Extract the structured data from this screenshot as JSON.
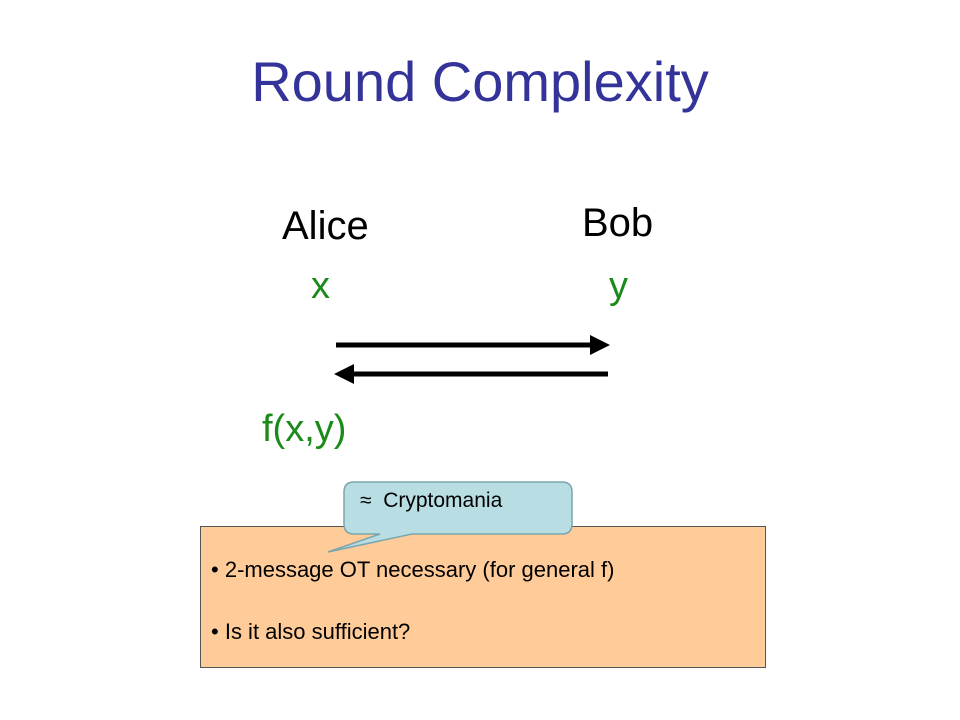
{
  "title": "Round Complexity",
  "parties": {
    "alice": {
      "name": "Alice",
      "input": "x"
    },
    "bob": {
      "name": "Bob",
      "input": "y"
    }
  },
  "output": "f(x,y)",
  "callout": {
    "symbol": "≈",
    "text": "Cryptomania"
  },
  "notes": [
    "2-message OT necessary (for general f)",
    "Is it also sufficient?"
  ],
  "colors": {
    "title": "#333399",
    "variables": "#1a8a1a",
    "note_box": "#ffcc99",
    "callout": "#b8dde3"
  }
}
